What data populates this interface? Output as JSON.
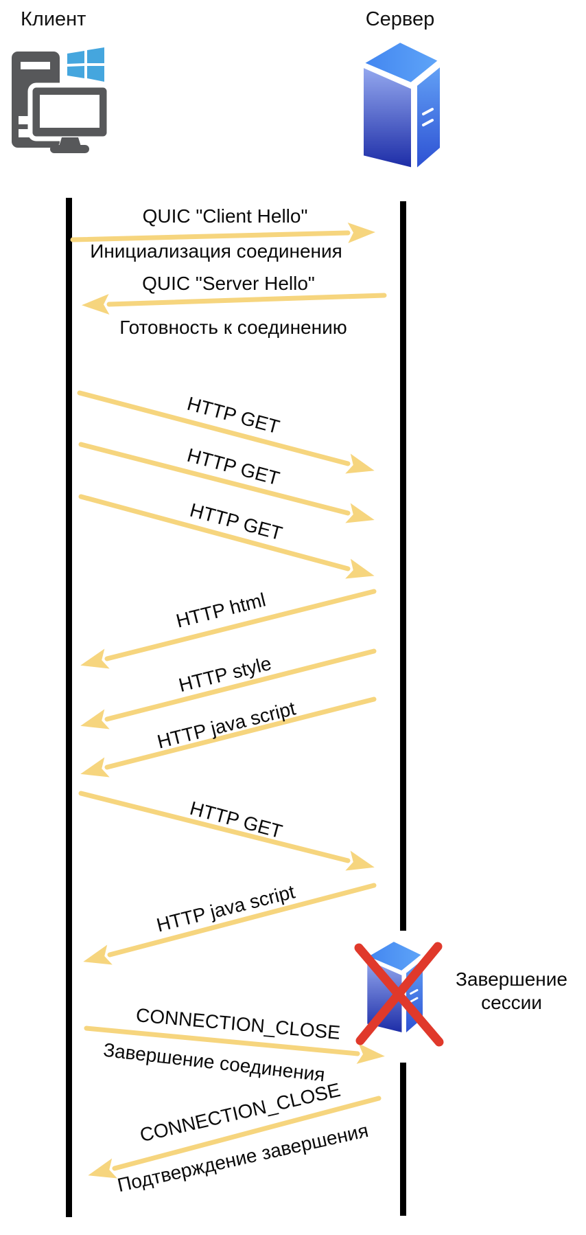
{
  "actors": {
    "client": {
      "label": "Клиент"
    },
    "server": {
      "label": "Сервер"
    }
  },
  "messages": [
    {
      "label": "QUIC \"Client Hello\"",
      "sublabel": "Инициализация соединения",
      "direction": "client-to-server"
    },
    {
      "label": "QUIC \"Server Hello\"",
      "sublabel": "Готовность к соединению",
      "direction": "server-to-client"
    },
    {
      "label": "HTTP GET",
      "direction": "client-to-server"
    },
    {
      "label": "HTTP GET",
      "direction": "client-to-server"
    },
    {
      "label": "HTTP GET",
      "direction": "client-to-server"
    },
    {
      "label": "HTTP html",
      "direction": "server-to-client"
    },
    {
      "label": "HTTP style",
      "direction": "server-to-client"
    },
    {
      "label": "HTTP java script",
      "direction": "server-to-client"
    },
    {
      "label": "HTTP GET",
      "direction": "client-to-server"
    },
    {
      "label": "HTTP java script",
      "direction": "server-to-client"
    },
    {
      "label": "CONNECTION_CLOSE",
      "sublabel": "Завершение соединения",
      "direction": "client-to-server"
    },
    {
      "label": "CONNECTION_CLOSE",
      "sublabel": "Подтверждение завершения",
      "direction": "server-to-client"
    }
  ],
  "annotations": {
    "session_end_line1": "Завершение",
    "session_end_line2": "сессии"
  },
  "icons": {
    "client": "windows-pc-icon",
    "server": "server-tower-icon",
    "session_end": "red-cross-icon"
  },
  "colors": {
    "arrow": "#F6D57E",
    "lifeline": "#000000",
    "cross_red": "#E0392B",
    "windows_blue": "#45A6DE",
    "client_gray": "#57585A",
    "server_front_light": "#96AAF0",
    "server_front_dark": "#1B2BA6"
  }
}
